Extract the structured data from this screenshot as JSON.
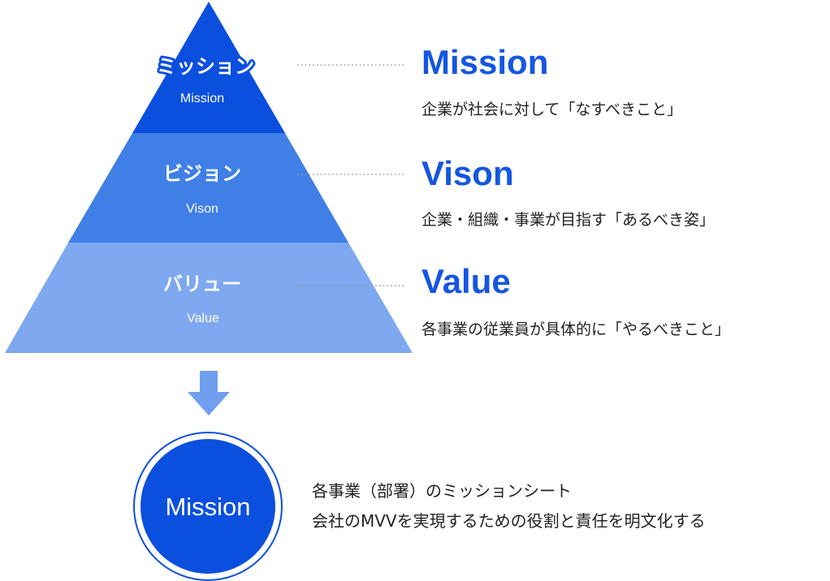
{
  "colors": {
    "mission": "#0b4fde",
    "vision": "#3f7fe6",
    "value": "#7ea8ef",
    "heading": "#1556e0",
    "arrow": "#6f9fee",
    "dots": "#9a9a9a"
  },
  "pyramid": {
    "mission": {
      "title_ja": "ミッション",
      "title_en": "Mission"
    },
    "vision": {
      "title_ja": "ビジョン",
      "title_en": "Vison"
    },
    "value": {
      "title_ja": "バリュー",
      "title_en": "Value"
    }
  },
  "legend": {
    "mission": {
      "heading": "Mission",
      "desc": "企業が社会に対して「なすべきこと」"
    },
    "vision": {
      "heading": "Vison",
      "desc": "企業・組織・事業が目指す「あるべき姿」"
    },
    "value": {
      "heading": "Value",
      "desc": "各事業の従業員が具体的に「やるべきこと」"
    }
  },
  "arrow_icon": "down-arrow-icon",
  "circle": {
    "label": "Mission"
  },
  "bottom": {
    "line1": "各事業（部署）のミッションシート",
    "line2": "会社のMVVを実現するための役割と責任を明文化する"
  }
}
